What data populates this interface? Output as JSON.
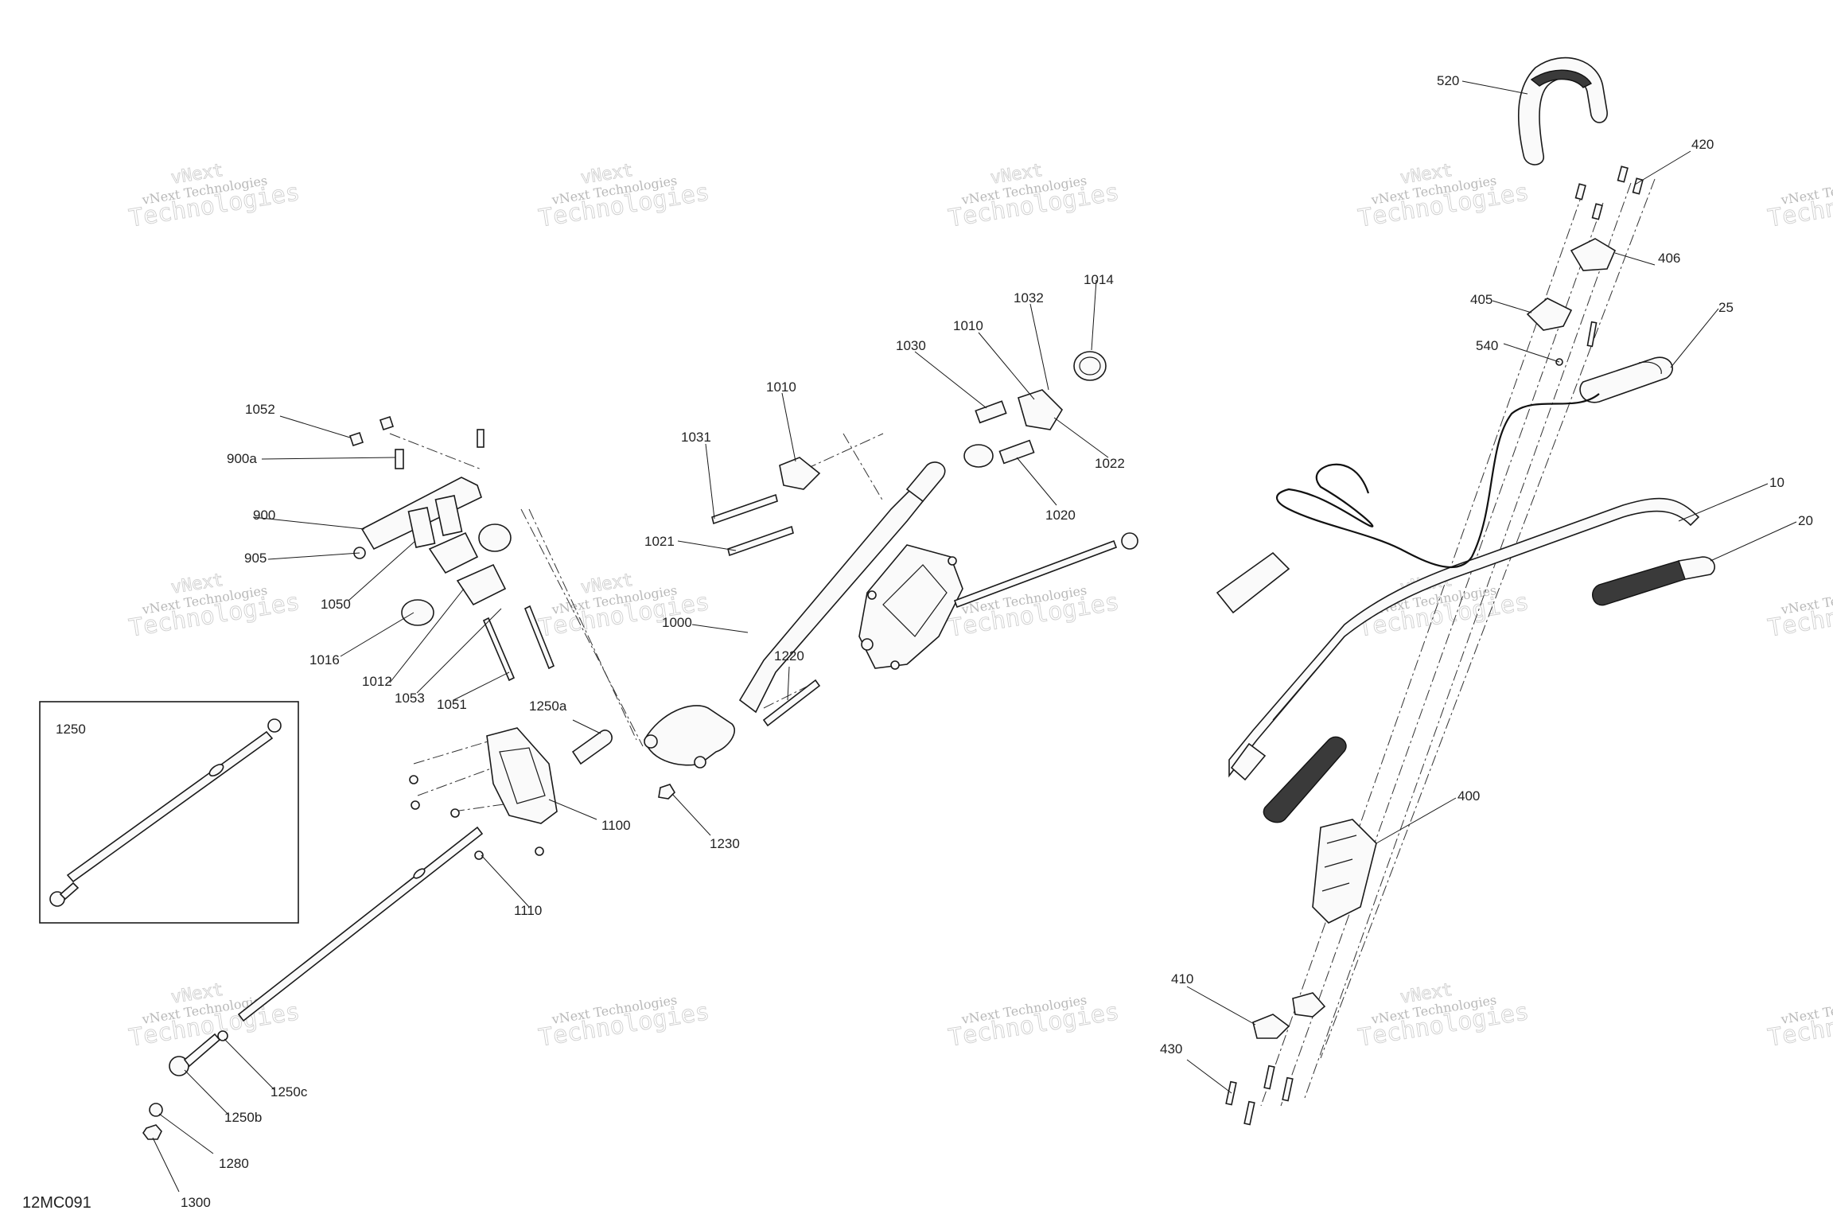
{
  "diagram": {
    "figure_code": "12MC091",
    "inset_label": "1250",
    "watermark": {
      "line1": "vNext Technologies",
      "line2": "Technologies",
      "logo": "vNext"
    },
    "callouts": [
      {
        "id": "520",
        "text": "520"
      },
      {
        "id": "420",
        "text": "420"
      },
      {
        "id": "406",
        "text": "406"
      },
      {
        "id": "405",
        "text": "405"
      },
      {
        "id": "25",
        "text": "25"
      },
      {
        "id": "540",
        "text": "540"
      },
      {
        "id": "10",
        "text": "10"
      },
      {
        "id": "20",
        "text": "20"
      },
      {
        "id": "400",
        "text": "400"
      },
      {
        "id": "410",
        "text": "410"
      },
      {
        "id": "430",
        "text": "430"
      },
      {
        "id": "1014",
        "text": "1014"
      },
      {
        "id": "1032",
        "text": "1032"
      },
      {
        "id": "1010a",
        "text": "1010"
      },
      {
        "id": "1030",
        "text": "1030"
      },
      {
        "id": "1010b",
        "text": "1010"
      },
      {
        "id": "1031",
        "text": "1031"
      },
      {
        "id": "1022",
        "text": "1022"
      },
      {
        "id": "1020",
        "text": "1020"
      },
      {
        "id": "1021",
        "text": "1021"
      },
      {
        "id": "1000",
        "text": "1000"
      },
      {
        "id": "1220",
        "text": "1220"
      },
      {
        "id": "1230",
        "text": "1230"
      },
      {
        "id": "1052",
        "text": "1052"
      },
      {
        "id": "900a",
        "text": "900a"
      },
      {
        "id": "900",
        "text": "900"
      },
      {
        "id": "905",
        "text": "905"
      },
      {
        "id": "1050",
        "text": "1050"
      },
      {
        "id": "1016",
        "text": "1016"
      },
      {
        "id": "1012",
        "text": "1012"
      },
      {
        "id": "1053",
        "text": "1053"
      },
      {
        "id": "1051",
        "text": "1051"
      },
      {
        "id": "1250a",
        "text": "1250a"
      },
      {
        "id": "1100",
        "text": "1100"
      },
      {
        "id": "1110",
        "text": "1110"
      },
      {
        "id": "1250c",
        "text": "1250c"
      },
      {
        "id": "1250b",
        "text": "1250b"
      },
      {
        "id": "1280",
        "text": "1280"
      },
      {
        "id": "1300",
        "text": "1300"
      }
    ]
  }
}
